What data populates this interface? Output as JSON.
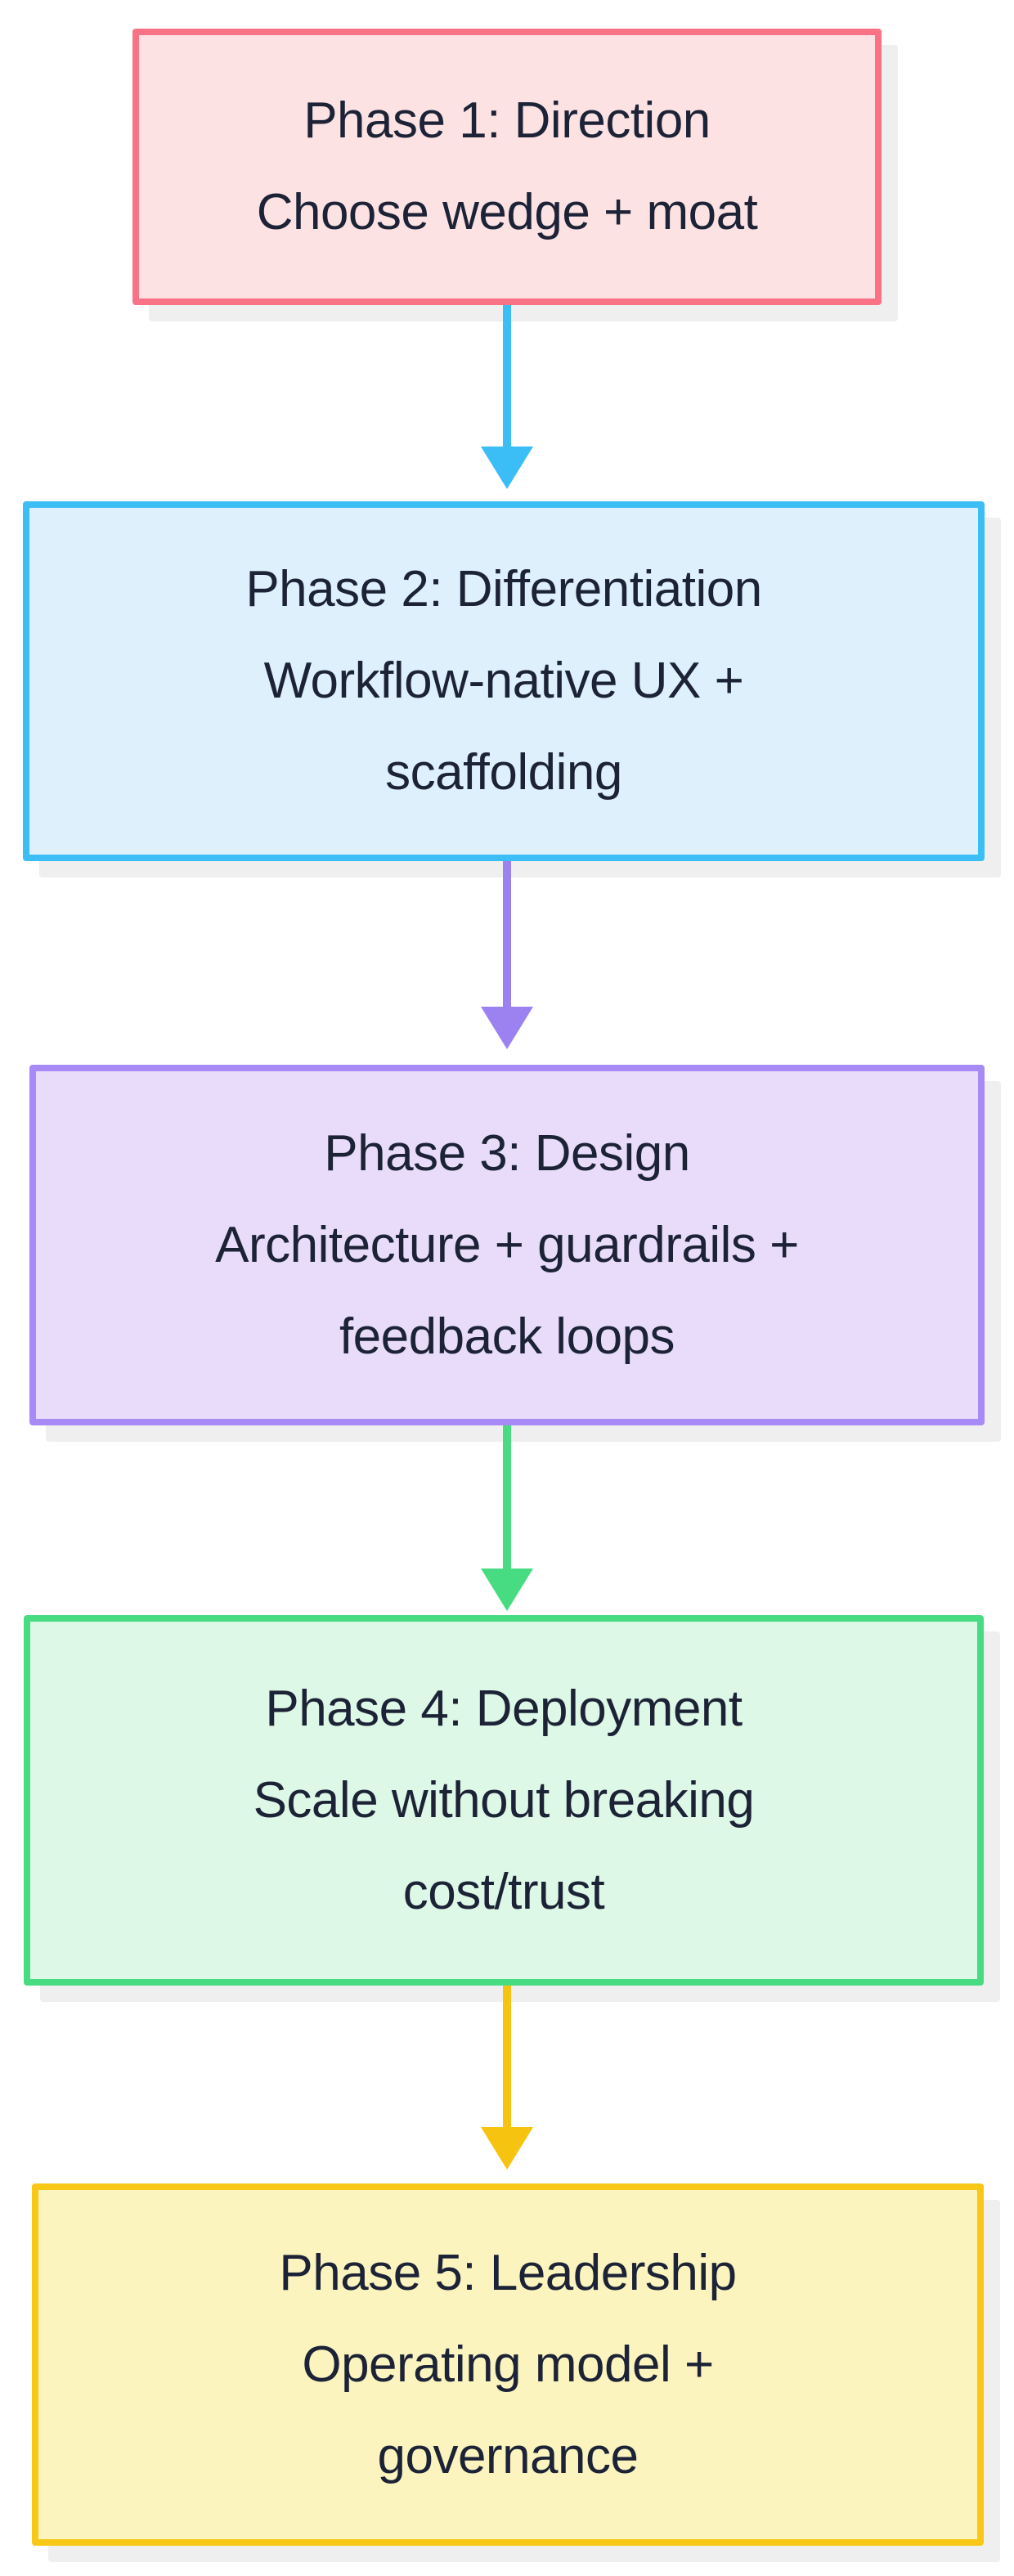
{
  "diagram": {
    "type": "flowchart",
    "direction": "top-down",
    "background_color": "#ffffff",
    "text_color": "#1d2336",
    "shadow_color": "#efefef",
    "nodes": [
      {
        "id": "phase1",
        "lines": [
          "Phase 1: Direction",
          "Choose wedge + moat"
        ],
        "fill_color": "#fde2e4",
        "border_color": "#f97286"
      },
      {
        "id": "phase2",
        "lines": [
          "Phase 2: Differentiation",
          "Workflow-native UX +",
          "scaffolding"
        ],
        "fill_color": "#def0fc",
        "border_color": "#3bbdf6"
      },
      {
        "id": "phase3",
        "lines": [
          "Phase 3: Design",
          "Architecture + guardrails +",
          "feedback loops"
        ],
        "fill_color": "#e8dcfa",
        "border_color": "#a78af5"
      },
      {
        "id": "phase4",
        "lines": [
          "Phase 4: Deployment",
          "Scale without breaking",
          "cost/trust"
        ],
        "fill_color": "#ddf8e6",
        "border_color": "#48dc82"
      },
      {
        "id": "phase5",
        "lines": [
          "Phase 5: Leadership",
          "Operating model +",
          "governance"
        ],
        "fill_color": "#fbf4bf",
        "border_color": "#f9c716"
      }
    ],
    "connectors": [
      {
        "from": "phase1",
        "to": "phase2",
        "color": "#3bbdf6"
      },
      {
        "from": "phase2",
        "to": "phase3",
        "color": "#9c81f0"
      },
      {
        "from": "phase3",
        "to": "phase4",
        "color": "#48dc82"
      },
      {
        "from": "phase4",
        "to": "phase5",
        "color": "#f6c311"
      }
    ]
  }
}
